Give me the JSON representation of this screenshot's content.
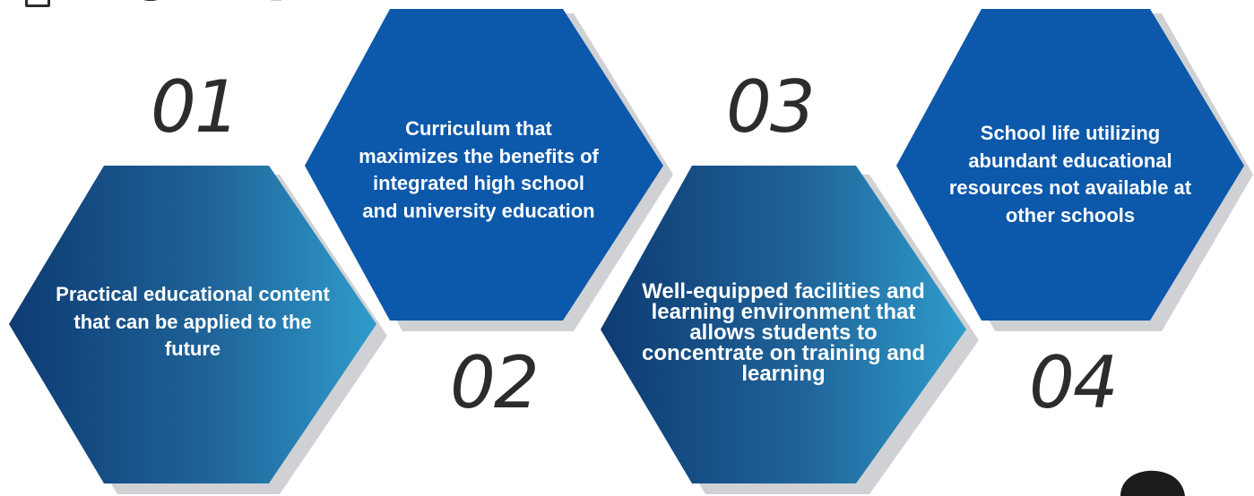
{
  "header": {
    "title": "POINT"
  },
  "points": [
    {
      "number": "01",
      "text": "Practical educational content that can be applied to the future"
    },
    {
      "number": "02",
      "text": "Curriculum that maximizes the benefits of integrated high school and university education"
    },
    {
      "number": "03",
      "text": "Well-equipped facilities and learning environment that allows students to concentrate on training and learning"
    },
    {
      "number": "04",
      "text": "School life utilizing abundant educational resources not available at other schools"
    }
  ],
  "colors": {
    "hex_gradient_dark": "#0d3b72",
    "hex_gradient_mid": "#1f6399",
    "hex_gradient_light": "#2f9ccb",
    "hex_solid": "#0c58aa",
    "shadow": "#cfd1d5",
    "number_text": "#2c2c2c",
    "hex_text": "#ffffff"
  }
}
